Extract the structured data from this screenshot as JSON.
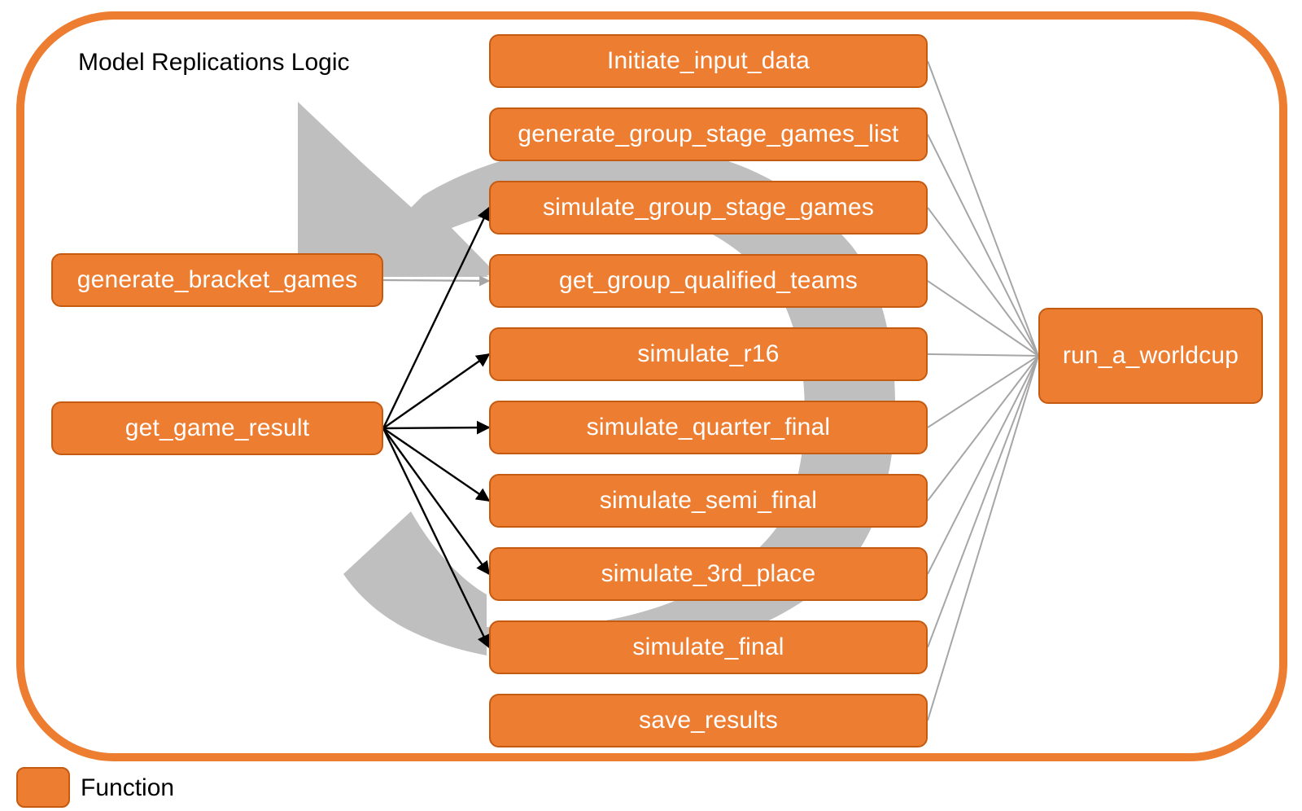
{
  "title": "Model Replications Logic",
  "colors": {
    "function_fill": "#ED7D31",
    "function_border": "#C55A11",
    "frame": "#ED7D31",
    "cycle_arrow": "#BFBFBF",
    "gray_connector": "#A6A6A6",
    "black_connector": "#000000"
  },
  "nodes": {
    "initiate_input_data": "Initiate_input_data",
    "generate_group_stage_games_list": "generate_group_stage_games_list",
    "simulate_group_stage_games": "simulate_group_stage_games",
    "get_group_qualified_teams": "get_group_qualified_teams",
    "simulate_r16": "simulate_r16",
    "simulate_quarter_final": "simulate_quarter_final",
    "simulate_semi_final": "simulate_semi_final",
    "simulate_3rd_place": "simulate_3rd_place",
    "simulate_final": "simulate_final",
    "save_results": "save_results",
    "generate_bracket_games": "generate_bracket_games",
    "get_game_result": "get_game_result",
    "run_a_worldcup": "run_a_worldcup"
  },
  "edges": [
    {
      "from": "generate_bracket_games",
      "to": "get_group_qualified_teams",
      "style": "gray-arrow"
    },
    {
      "from": "get_game_result",
      "to": "simulate_group_stage_games",
      "style": "black-arrow"
    },
    {
      "from": "get_game_result",
      "to": "simulate_r16",
      "style": "black-arrow"
    },
    {
      "from": "get_game_result",
      "to": "simulate_quarter_final",
      "style": "black-arrow"
    },
    {
      "from": "get_game_result",
      "to": "simulate_semi_final",
      "style": "black-arrow"
    },
    {
      "from": "get_game_result",
      "to": "simulate_3rd_place",
      "style": "black-arrow"
    },
    {
      "from": "get_game_result",
      "to": "simulate_final",
      "style": "black-arrow"
    },
    {
      "from": "initiate_input_data",
      "to": "run_a_worldcup",
      "style": "gray-line"
    },
    {
      "from": "generate_group_stage_games_list",
      "to": "run_a_worldcup",
      "style": "gray-line"
    },
    {
      "from": "simulate_group_stage_games",
      "to": "run_a_worldcup",
      "style": "gray-line"
    },
    {
      "from": "get_group_qualified_teams",
      "to": "run_a_worldcup",
      "style": "gray-line"
    },
    {
      "from": "simulate_r16",
      "to": "run_a_worldcup",
      "style": "gray-line"
    },
    {
      "from": "simulate_quarter_final",
      "to": "run_a_worldcup",
      "style": "gray-line"
    },
    {
      "from": "simulate_semi_final",
      "to": "run_a_worldcup",
      "style": "gray-line"
    },
    {
      "from": "simulate_3rd_place",
      "to": "run_a_worldcup",
      "style": "gray-line"
    },
    {
      "from": "simulate_final",
      "to": "run_a_worldcup",
      "style": "gray-line"
    },
    {
      "from": "save_results",
      "to": "run_a_worldcup",
      "style": "gray-line"
    }
  ],
  "legend": {
    "label": "Function"
  }
}
